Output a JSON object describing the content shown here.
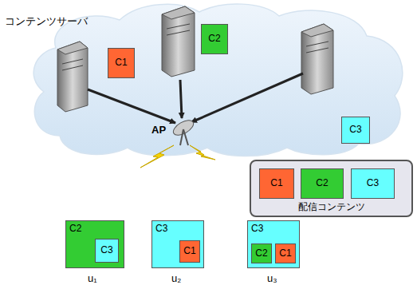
{
  "diagram": {
    "nodes": [
      {
        "text": [
          "C1"
        ]
      },
      {
        "text": [
          "C2"
        ]
      },
      {
        "text": [
          "C3"
        ]
      },
      {
        "text": [
          "配信コンテンツ"
        ]
      },
      {
        "text": [
          "C1"
        ],
        "in": 3
      },
      {
        "text": [
          "C2"
        ],
        "in": 3
      },
      {
        "text": [
          "C3"
        ],
        "in": 3
      },
      {
        "text": [
          "C2"
        ]
      },
      {
        "text": [
          "C3"
        ],
        "in": 7
      },
      {
        "text": [
          "C3"
        ]
      },
      {
        "text": [
          "C1"
        ],
        "in": 9
      },
      {
        "text": [
          "C3"
        ]
      },
      {
        "text": [
          "C2"
        ],
        "in": 11
      },
      {
        "text": [
          "C1"
        ],
        "in": 11
      }
    ],
    "labels": [
      "コンテンツサーバ",
      "AP",
      "u₁",
      "u₂",
      "u₃"
    ]
  }
}
